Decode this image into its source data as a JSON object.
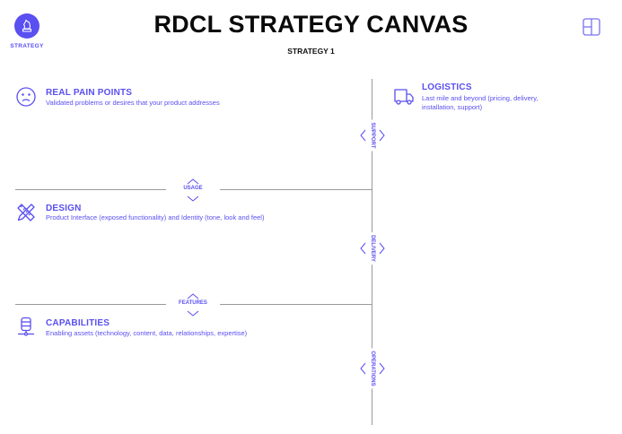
{
  "header": {
    "badge_label": "STRATEGY",
    "badge_icon": "chess-knight-icon",
    "title": "RDCL STRATEGY CANVAS",
    "subtitle": "STRATEGY 1",
    "layout_icon": "layout-panels-icon"
  },
  "colors": {
    "accent": "#5a4ff0",
    "line": "#9a9a9a",
    "title": "#0a0a0a"
  },
  "sections": {
    "pain_points": {
      "icon": "sad-face-icon",
      "title": "REAL PAIN POINTS",
      "description": "Validated problems or desires that your product addresses"
    },
    "logistics": {
      "icon": "truck-icon",
      "title": "LOGISTICS",
      "description": "Last mile and beyond (pricing, delivery, installation, support)"
    },
    "design": {
      "icon": "pencil-ruler-icon",
      "title": "DESIGN",
      "description": "Product Interface (exposed functionality) and Identity (tone, look and feel)"
    },
    "capabilities": {
      "icon": "database-network-icon",
      "title": "CAPABILITIES",
      "description": "Enabling assets (technology, content, data, relationships, expertise)"
    }
  },
  "connectors": {
    "usage": "USAGE",
    "features": "FEATURES",
    "support": "SUPPORT",
    "delivery": "DELIVERY",
    "operations": "OPERATIONS"
  }
}
